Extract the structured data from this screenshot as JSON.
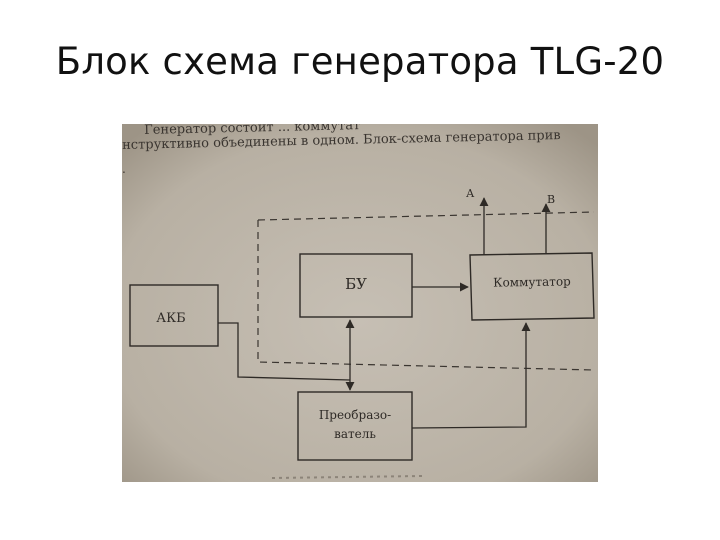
{
  "slide": {
    "title": "Блок схема генератора TLG-20"
  },
  "photo": {
    "page_text": {
      "line1": "Генератор состоит ... коммутат",
      "line2": "нструктивно объединены в одном. Блок-схема генератора прив",
      "line3": "."
    },
    "diagram": {
      "blocks": {
        "akb": "АКБ",
        "bu": "БУ",
        "kommutator": "Коммутатор",
        "preobrazovatel_line1": "Преобразо-",
        "preobrazovatel_line2": "ватель"
      },
      "outputs": {
        "a": "А",
        "b": "В"
      }
    },
    "colors": {
      "paper": "#bcb4a8",
      "ink": "#2e2a26"
    }
  }
}
